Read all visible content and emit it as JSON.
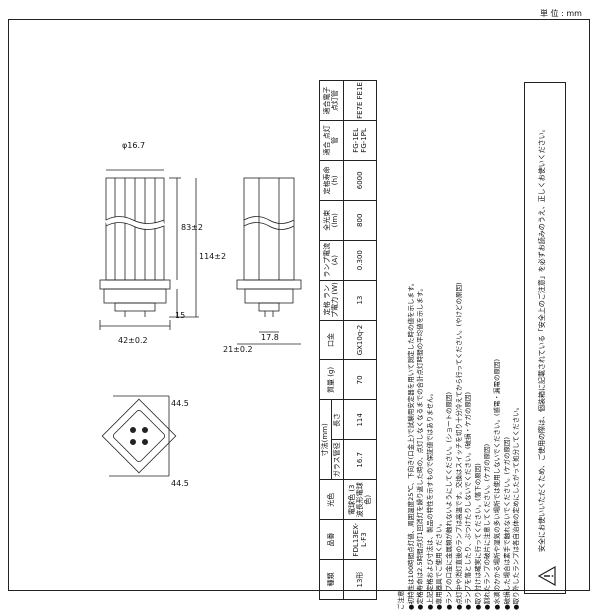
{
  "page": {
    "unit_label": "単 位 : mm"
  },
  "front_view": {
    "diameter": "φ16.7",
    "overall_height": "114±2",
    "tube_height": "83±2",
    "base_height": "15",
    "base_width": "42±0.2"
  },
  "side_view": {
    "pin_offset": "17.8",
    "base_depth": "21±0.2"
  },
  "bottom_view": {
    "width": "44.5",
    "height": "44.5"
  },
  "spec_table": {
    "headers": [
      "種類",
      "品番",
      "光色",
      "寸法(mm)",
      "質量 (g)",
      "口金",
      "定格 ランプ電力 (W)",
      "ランプ電流 (A)",
      "全光束 (lm)",
      "定格寿命 (h)",
      "適合 点灯管",
      "適合電子 点灯管"
    ],
    "subheaders": [
      "ガラス管径",
      "長さ"
    ],
    "row": [
      "13形",
      "FDL13EX-L·F3",
      "電球色 (3波長形電球色)",
      "16.7",
      "114",
      "70",
      "GX10q-2",
      "13",
      "0.300",
      "800",
      "6000",
      "FG-1EL FG-1PL",
      "FE7E FE1E"
    ]
  },
  "notes": {
    "heading": "ご注意",
    "lines": [
      "●初特性は100時間点灯値、周囲温度25℃、下向き(口金上)で試験用安定器を用いて測定した時の値を示します。",
      "●定格寿命は2.5時間点灯1回消灯を繰り返した時の、点灯しなくなるまでの合計点灯時間の平均値を示します。",
      "●上記定格および寸法は、製品の特性を示すもので保証値ではありません。",
      "●専用器具でご使用ください。",
      "●ランプの口金に金属類が触れないようにしてください。(ショートの原因)",
      "●点灯中や消灯直後のランプは高温です。交換はスイッチを切り十分冷えてから行ってください。(やけどの原因)",
      "●ランプを落としたり、ぶつけたりしないでください。(破損・ケガの原因)",
      "●取り付けは確実に行ってください。(落下の原因)",
      "●割れたランプの破片に注意してください。(ケガの原因)",
      "●水滴のかかる場所や湿気の多い場所では使用しないでください。(感電・漏電の原因)",
      "●破損した場合は素手で触れないでください。(ケガの原因)",
      "●取り外したランプは各自治体の定めにしたがって処分してください。"
    ]
  },
  "warning": {
    "text": "安全にお使いいただくため、ご使用の際は、個装箱に記載されている「安全上のご注意」を必ずお読みのうえ、正しくお使いください。"
  }
}
